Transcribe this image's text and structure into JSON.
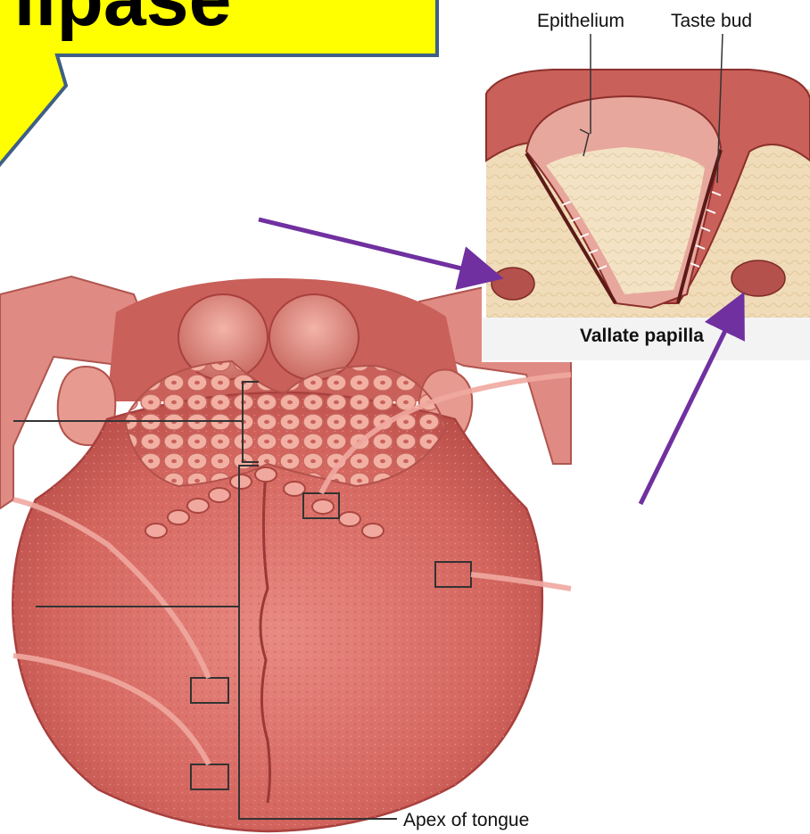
{
  "callout": {
    "text": "al lipase",
    "fill": "#ffff00",
    "border": "#3f5f86"
  },
  "inset": {
    "caption": "Vallate papilla",
    "labels": {
      "epithelium": "Epithelium",
      "taste_bud": "Taste bud"
    }
  },
  "main_figure": {
    "labels": {
      "apex": "Apex of tongue"
    }
  },
  "colors": {
    "arrow": "#7030a0",
    "tissue": "#d9706c",
    "tissue_dark": "#a8403e",
    "connective": "#f0dcb8"
  }
}
